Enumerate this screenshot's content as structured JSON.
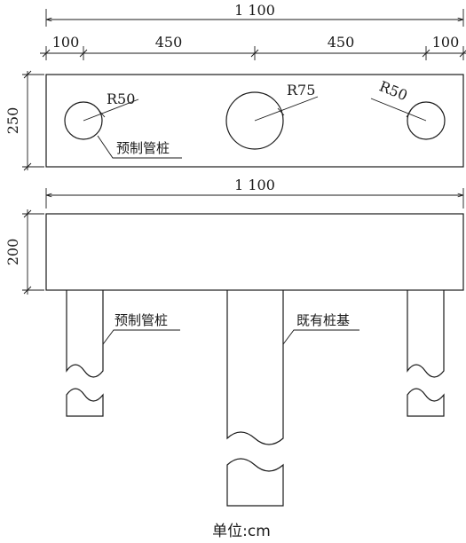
{
  "plan": {
    "overall_dim": "1 100",
    "segment_dims": [
      "100",
      "450",
      "450",
      "100"
    ],
    "height_dim": "250",
    "radius_left": "R50",
    "radius_center": "R75",
    "radius_right": "R50",
    "label_precast_pile": "预制管桩"
  },
  "elevation": {
    "overall_dim": "1 100",
    "height_dim": "200",
    "label_precast_pile": "预制管桩",
    "label_existing_pile": "既有桩基"
  },
  "unit_label": "单位:cm"
}
